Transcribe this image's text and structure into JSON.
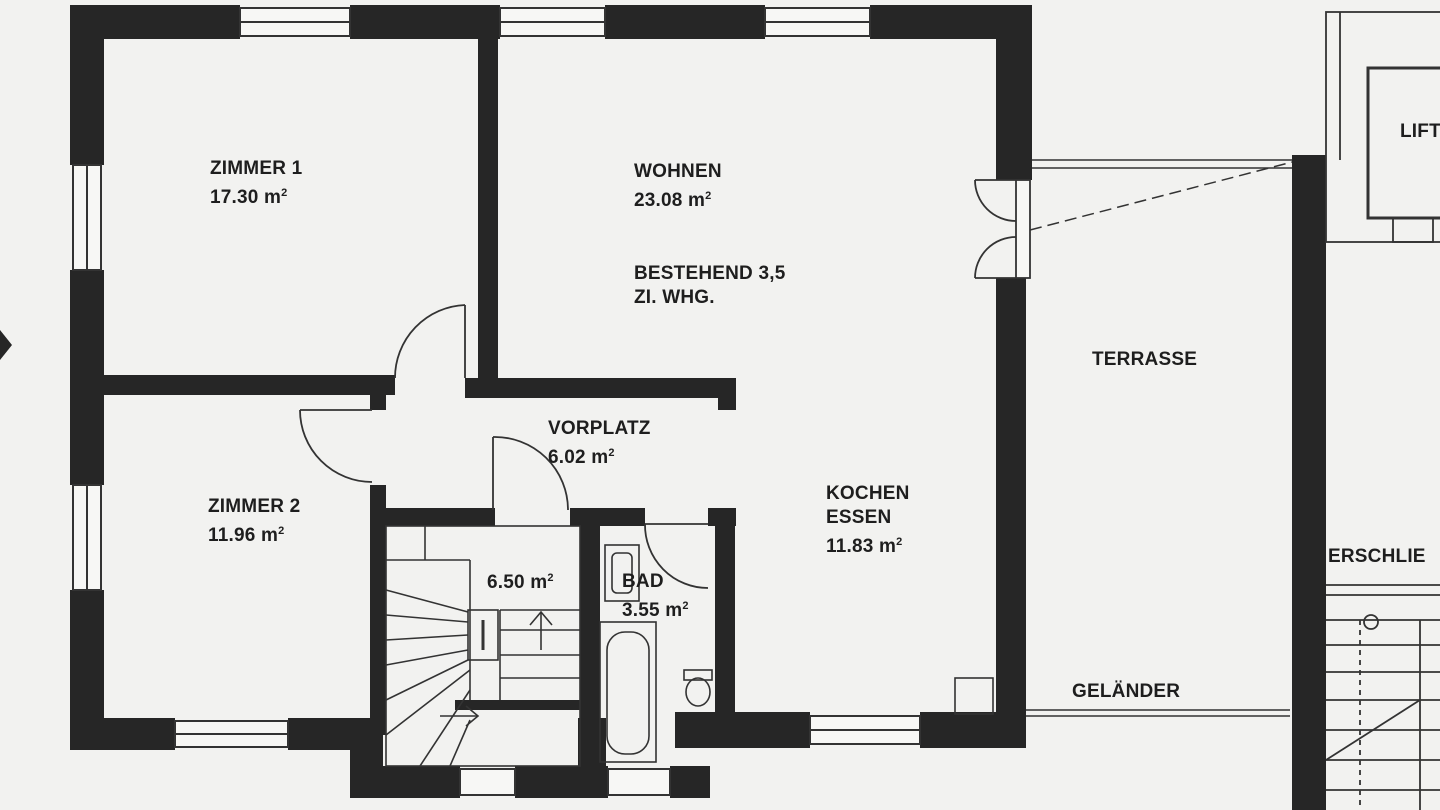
{
  "rooms": {
    "zimmer1": {
      "name": "ZIMMER 1",
      "area": "17.30 m",
      "sup": "2"
    },
    "wohnen": {
      "name": "WOHNEN",
      "area": "23.08 m",
      "sup": "2"
    },
    "bestehend": {
      "line1": "BESTEHEND 3,5",
      "line2": "ZI. WHG."
    },
    "zimmer2": {
      "name": "ZIMMER 2",
      "area": "11.96 m",
      "sup": "2"
    },
    "vorplatz": {
      "name": "VORPLATZ",
      "area": "6.02 m",
      "sup": "2"
    },
    "treppe": {
      "area": "6.50 m",
      "sup": "2"
    },
    "bad": {
      "name": "BAD",
      "area": "3.55 m",
      "sup": "2"
    },
    "kochen": {
      "line1": "KOCHEN",
      "line2": "ESSEN",
      "area": "11.83 m",
      "sup": "2"
    },
    "terrasse": {
      "name": "TERRASSE"
    },
    "gelaender": {
      "name": "GELÄNDER"
    },
    "lift": {
      "name": "LIFT"
    },
    "erschliessung": {
      "name": "ERSCHLIE"
    }
  },
  "colors": {
    "wall": "#262626",
    "line": "#333333",
    "paper": "#f2f2f0"
  },
  "icons": [
    "entrance-arrow-icon",
    "door-swing-icon",
    "stair-arrow-icon",
    "bathtub-icon",
    "toilet-icon",
    "sink-icon"
  ]
}
